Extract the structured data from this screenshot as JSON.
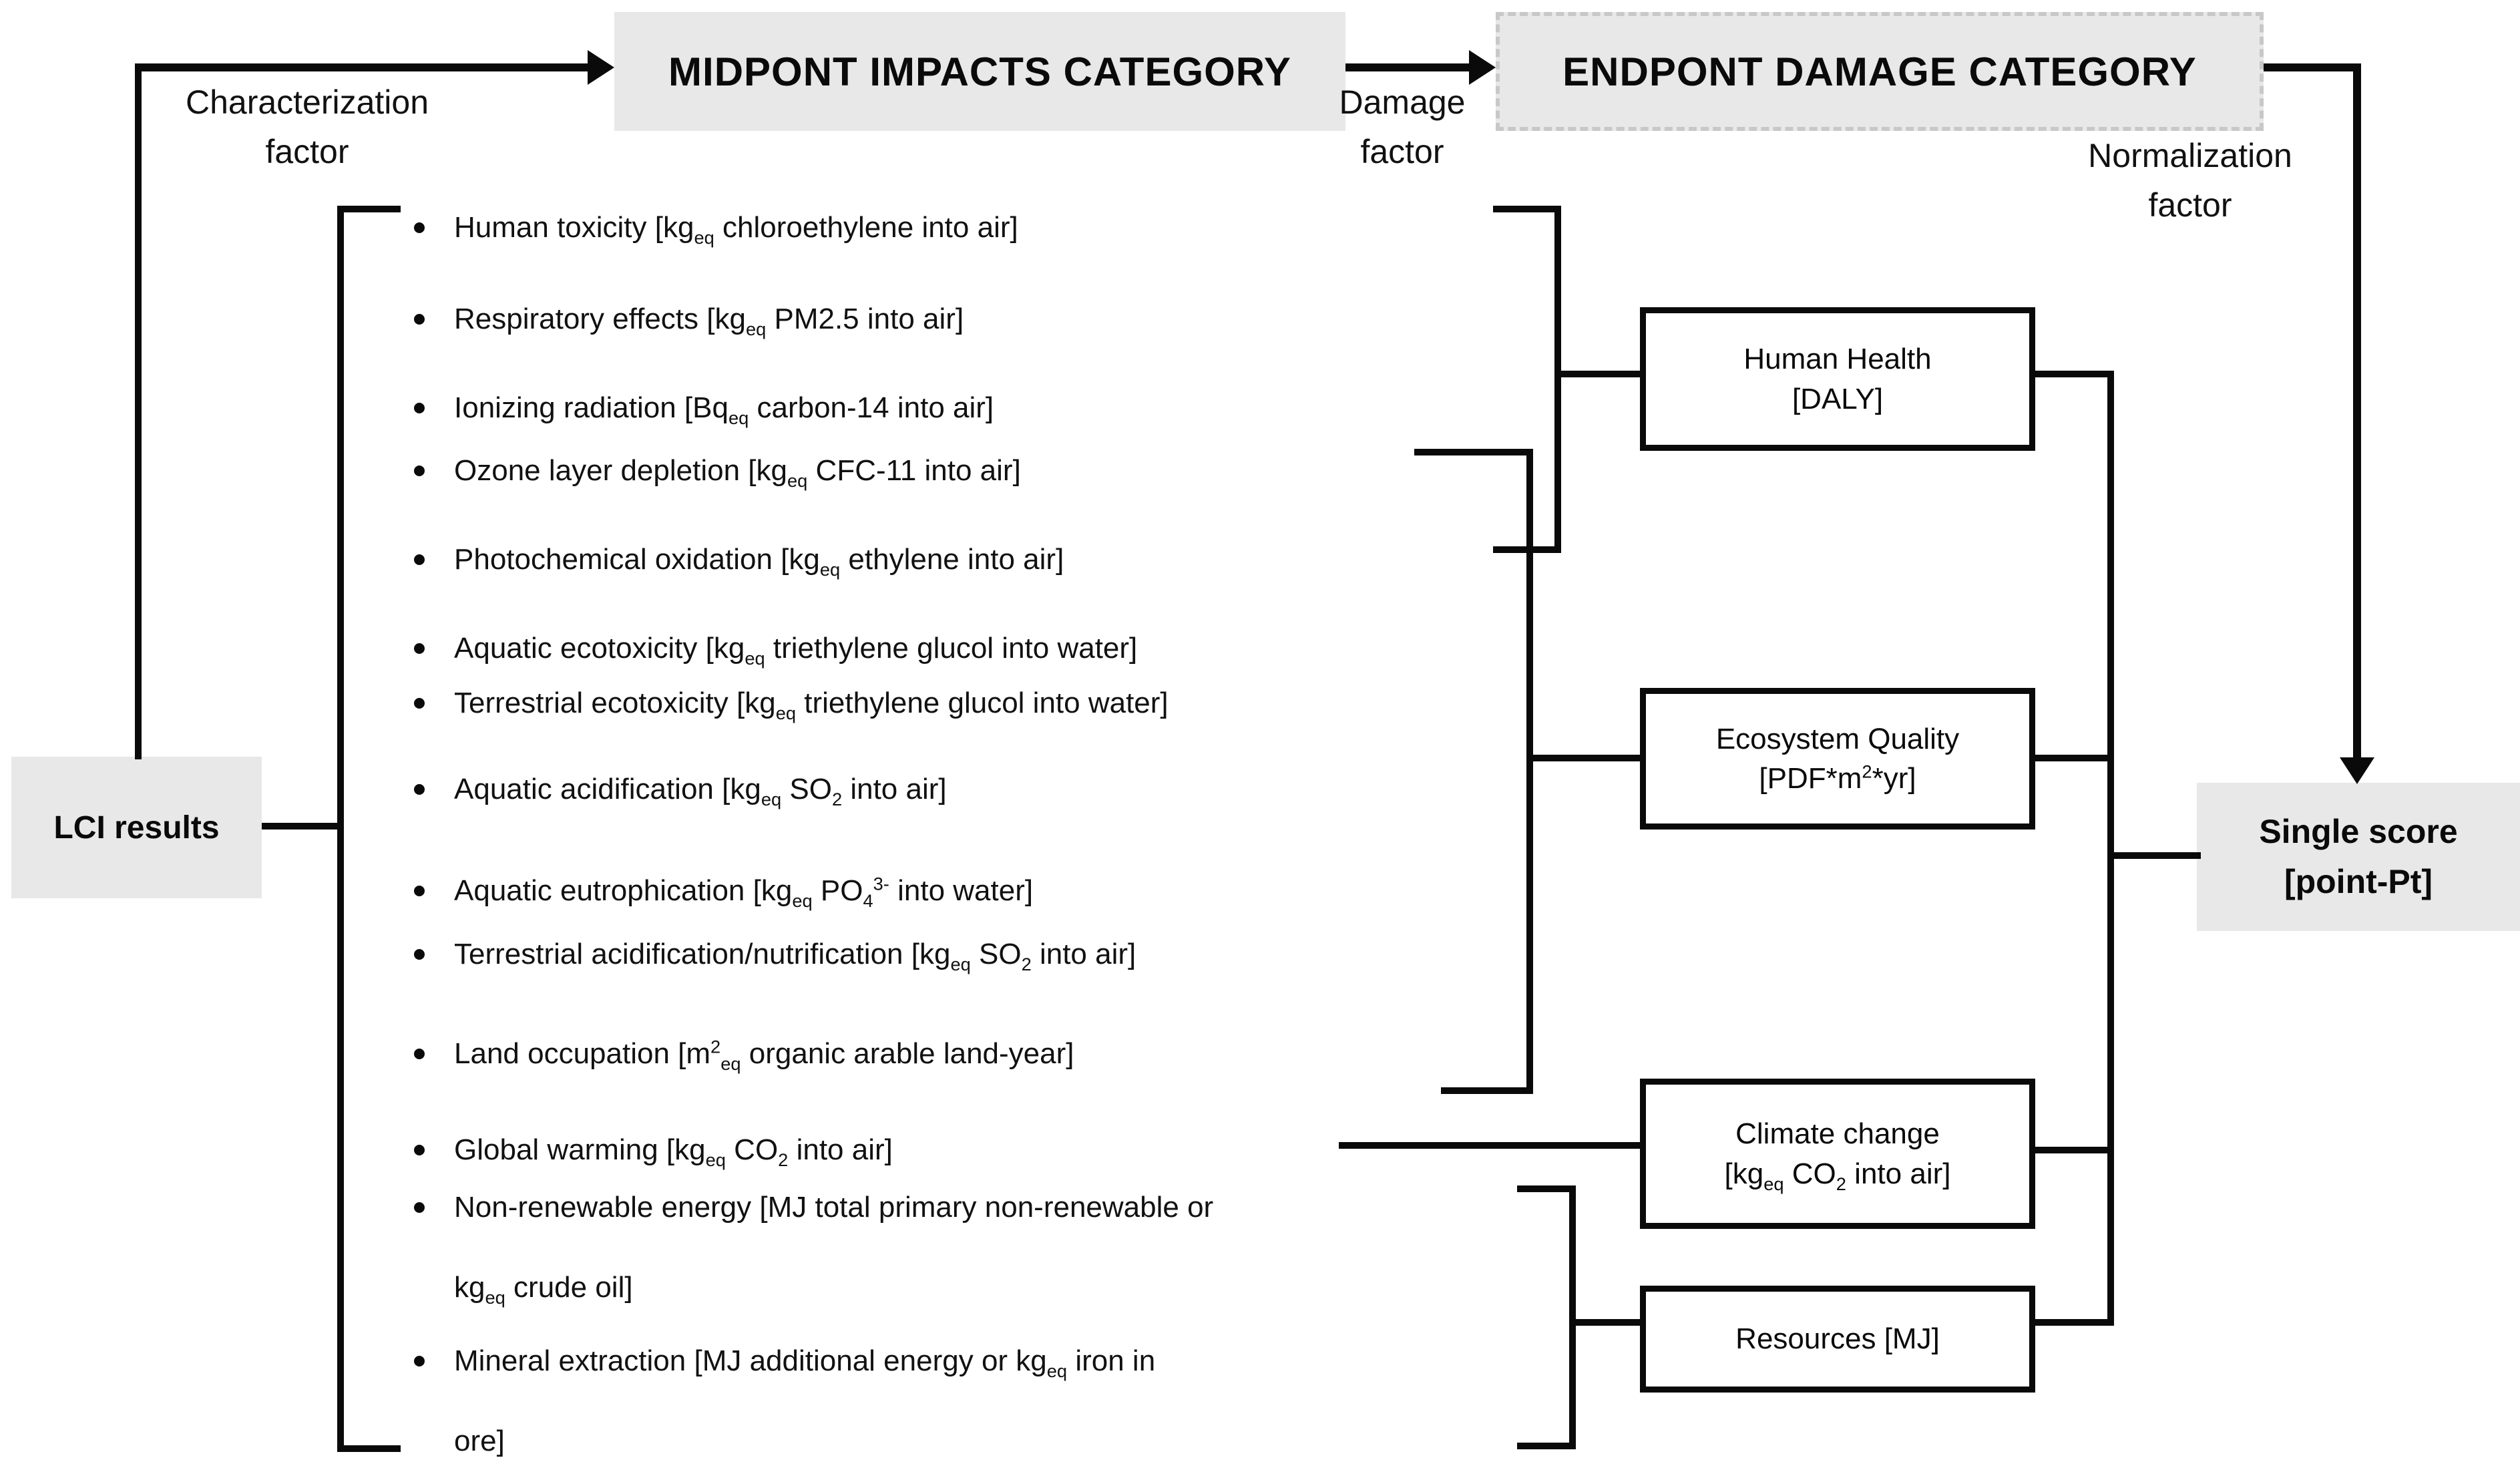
{
  "figure": {
    "type": "lca-impact-assessment-flow-diagram",
    "accent_fill": "#e8e8e8",
    "line_color": "#0a0a0a"
  },
  "headers": {
    "midpoint": "MIDPONT IMPACTS CATEGORY",
    "endpoint": "ENDPONT DAMAGE CATEGORY"
  },
  "labels": {
    "characterization": [
      "Characterization",
      "factor"
    ],
    "damage": [
      "Damage",
      "factor"
    ],
    "normalization": [
      "Normalization",
      "factor"
    ]
  },
  "lci_box": {
    "label": "LCI results"
  },
  "midpoint_bullets": [
    {
      "lines": [
        "Human toxicity [kg~eq~ chloroethylene into air]"
      ]
    },
    {
      "lines": [
        "Respiratory effects [kg~eq~ PM2.5 into air]"
      ]
    },
    {
      "lines": [
        "Ionizing radiation [Bq~eq~ carbon-14 into air]"
      ]
    },
    {
      "lines": [
        "Ozone layer depletion [kg~eq~ CFC-11 into air]"
      ]
    },
    {
      "lines": [
        "Photochemical oxidation [kg~eq~ ethylene into air]"
      ]
    },
    {
      "lines": [
        "Aquatic ecotoxicity [kg~eq~ triethylene glucol into water]"
      ]
    },
    {
      "lines": [
        "Terrestrial ecotoxicity [kg~eq~ triethylene glucol into water]"
      ]
    },
    {
      "lines": [
        "Aquatic acidification [kg~eq~ SO~2~ into air]"
      ]
    },
    {
      "lines": [
        "Aquatic eutrophication [kg~eq~ PO~4~^3-^ into water]"
      ]
    },
    {
      "lines": [
        "Terrestrial acidification/nutrification [kg~eq~ SO~2~ into air]"
      ]
    },
    {
      "lines": [
        "Land occupation [m^2^~eq~ organic arable land-year]"
      ]
    },
    {
      "lines": [
        "Global warming [kg~eq~ CO~2~ into air]"
      ]
    },
    {
      "lines": [
        "Non-renewable energy [MJ total primary non-renewable or",
        "kg~eq~ crude oil]"
      ]
    },
    {
      "lines": [
        "Mineral extraction [MJ additional energy or kg~eq~ iron in",
        "ore]"
      ]
    }
  ],
  "endpoint_boxes": {
    "human_health": [
      "Human Health",
      "[DALY]"
    ],
    "ecosystem_quality": [
      "Ecosystem Quality",
      "[PDF*m^2^*yr]"
    ],
    "climate_change": [
      "Climate change",
      "[kg~eq~ CO~2~ into air]"
    ],
    "resources": [
      "Resources [MJ]"
    ]
  },
  "single_score_box": [
    "Single score",
    "[point-Pt]"
  ]
}
